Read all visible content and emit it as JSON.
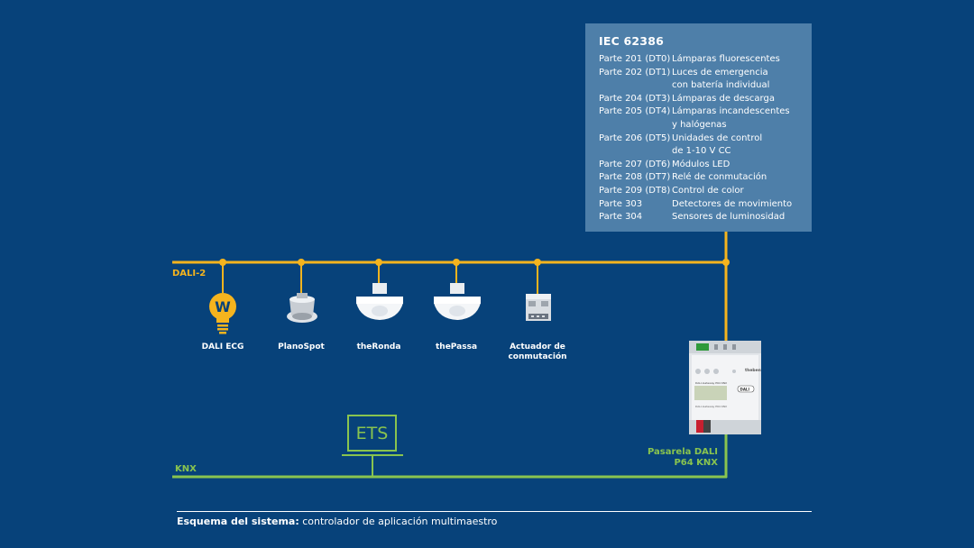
{
  "buses": {
    "dali": {
      "label": "DALI-2",
      "color": "#f5b41e"
    },
    "knx": {
      "label": "KNX",
      "color": "#89c44f"
    }
  },
  "devices": [
    {
      "id": "dali-ecg",
      "label": "DALI ECG",
      "icon": "lightbulb-w-icon",
      "icon_text": "W"
    },
    {
      "id": "planospot",
      "label": "PlanoSpot",
      "icon": "downlight-spot-icon"
    },
    {
      "id": "theronda",
      "label": "theRonda",
      "icon": "ceiling-presence-detector-icon"
    },
    {
      "id": "thepassa",
      "label": "thePassa",
      "icon": "ceiling-presence-detector-icon"
    },
    {
      "id": "actuador",
      "label": "Actuador de\nconmutación",
      "icon": "switching-actuator-icon"
    }
  ],
  "iec": {
    "title": "IEC 62386",
    "rows": [
      {
        "part": "Parte 201 (DT0)",
        "desc": "Lámparas fluorescentes"
      },
      {
        "part": "Parte 202 (DT1)",
        "desc": "Luces de emergencia\ncon batería individual"
      },
      {
        "part": "Parte 204 (DT3)",
        "desc": "Lámparas de descarga"
      },
      {
        "part": "Parte 205 (DT4)",
        "desc": "Lámparas incandescentes\ny halógenas"
      },
      {
        "part": "Parte 206 (DT5)",
        "desc": "Unidades de control\nde 1-10 V CC"
      },
      {
        "part": "Parte 207 (DT6)",
        "desc": "Módulos LED"
      },
      {
        "part": "Parte 208 (DT7)",
        "desc": "Relé de conmutación"
      },
      {
        "part": "Parte 209 (DT8)",
        "desc": "Control de color"
      },
      {
        "part": "Parte 303",
        "desc": "Detectores de movimiento"
      },
      {
        "part": "Parte 304",
        "desc": "Sensores de luminosidad"
      }
    ]
  },
  "ets": {
    "label": "ETS",
    "icon": "ets-monitor-icon"
  },
  "gateway": {
    "label": "Pasarela DALI\nP64 KNX",
    "icon": "dali-knx-gateway-icon",
    "brand": "theben",
    "screen_text": "DALI-Gateway P64 KNX",
    "bottom_text": "DALI-Gateway P64 KNX",
    "logo_text": "DALI"
  },
  "footer": {
    "bold": "Esquema del sistema:",
    "text": " controlador de aplicación multimaestro"
  }
}
